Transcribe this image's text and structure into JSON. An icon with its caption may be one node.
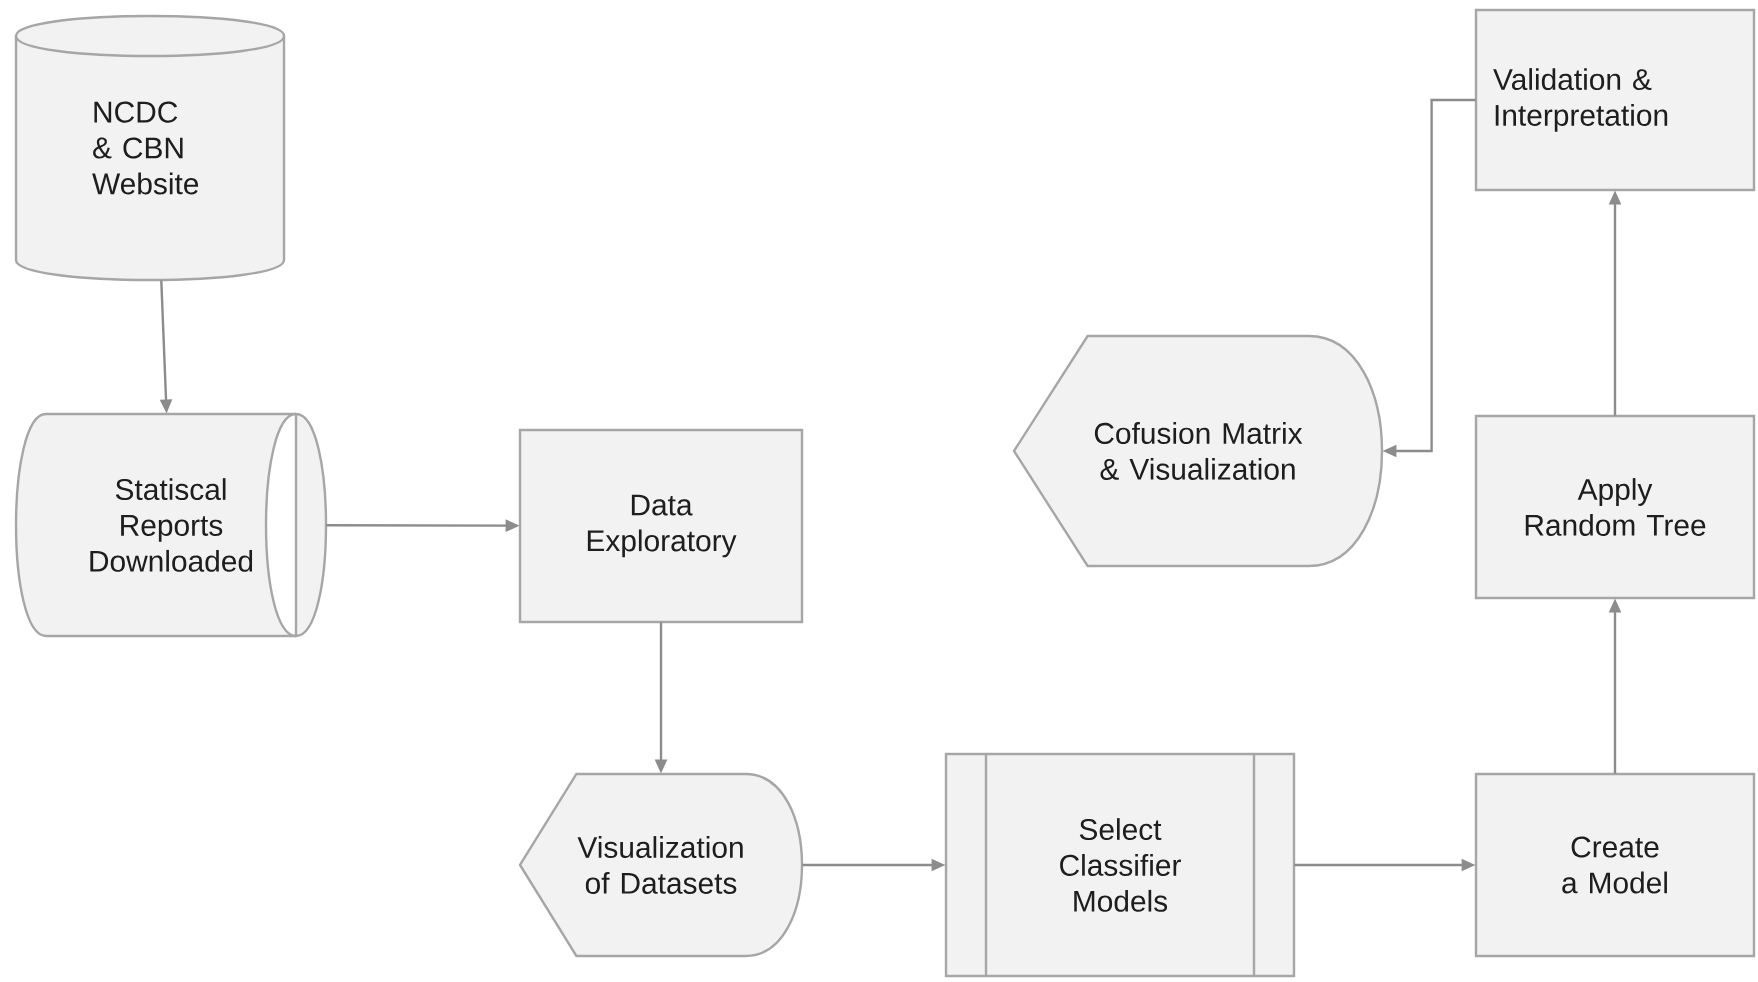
{
  "diagram": {
    "nodes": [
      {
        "text": [
          "NCDC & CBN Website"
        ]
      },
      {
        "text": [
          "Statiscal Reports Downloaded"
        ]
      },
      {
        "text": [
          "Data Exploratory"
        ]
      },
      {
        "text": [
          "Visualization of Datasets"
        ]
      },
      {
        "text": [
          "Select Classifier Models"
        ]
      },
      {
        "text": [
          "Create a Model"
        ]
      },
      {
        "text": [
          "Apply Random Tree"
        ]
      },
      {
        "text": [
          "Validation & Interpretation"
        ]
      },
      {
        "text": [
          "Cofusion Matrix & Visualization"
        ]
      }
    ],
    "edges": [
      {
        "from": 0,
        "to": 1,
        "arrow": "to"
      },
      {
        "from": 1,
        "to": 2,
        "arrow": "to"
      },
      {
        "from": 2,
        "to": 3,
        "arrow": "to"
      },
      {
        "from": 3,
        "to": 4,
        "arrow": "to"
      },
      {
        "from": 4,
        "to": 5,
        "arrow": "to"
      },
      {
        "from": 5,
        "to": 6,
        "arrow": "to"
      },
      {
        "from": 6,
        "to": 7,
        "arrow": "to"
      },
      {
        "from": 7,
        "to": 8,
        "arrow": "to"
      }
    ]
  }
}
